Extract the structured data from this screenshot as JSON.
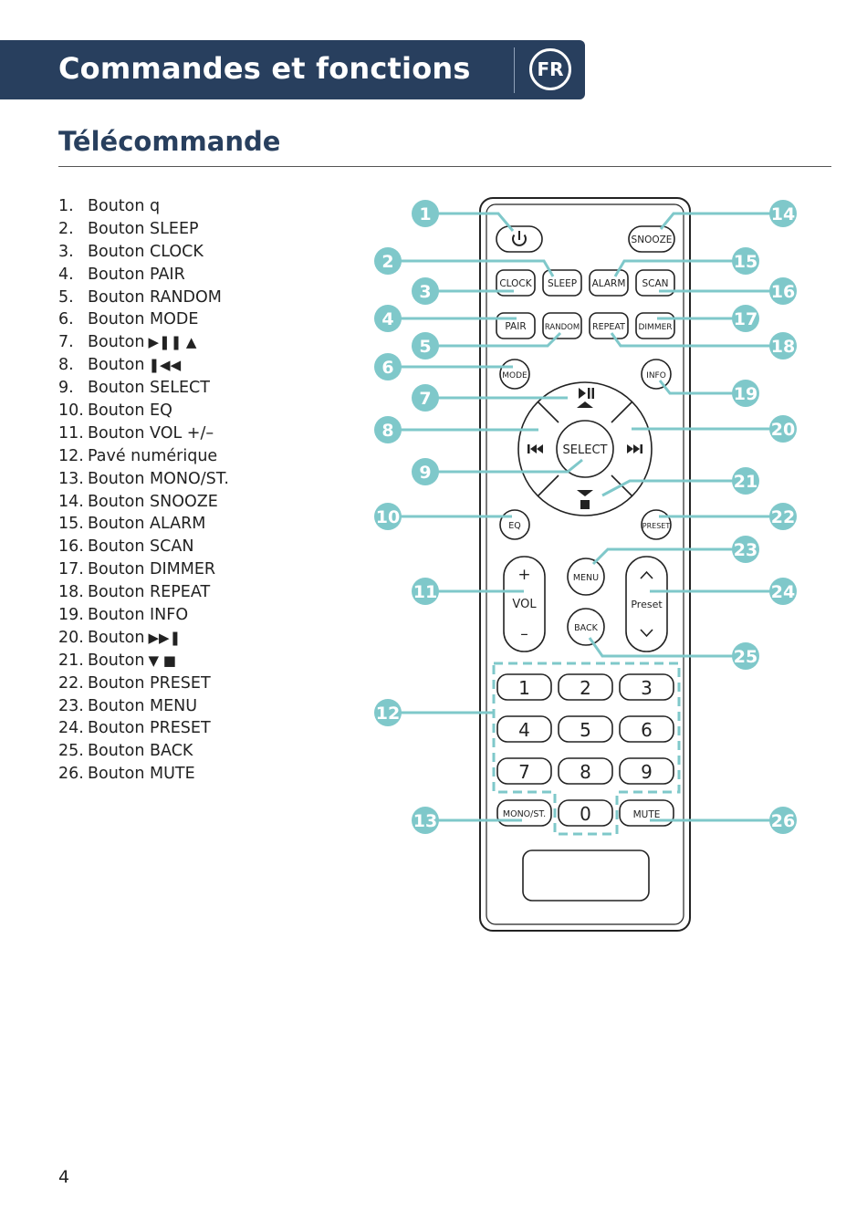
{
  "header": {
    "title": "Commandes et fonctions",
    "lang": "FR"
  },
  "section": {
    "title": "Télécommande"
  },
  "items": [
    {
      "n": "1.",
      "label": "Bouton q",
      "icon": ""
    },
    {
      "n": "2.",
      "label": "Bouton SLEEP",
      "icon": ""
    },
    {
      "n": "3.",
      "label": "Bouton CLOCK",
      "icon": ""
    },
    {
      "n": "4.",
      "label": "Bouton PAIR",
      "icon": ""
    },
    {
      "n": "5.",
      "label": "Bouton RANDOM",
      "icon": ""
    },
    {
      "n": "6.",
      "label": "Bouton MODE",
      "icon": ""
    },
    {
      "n": "7.",
      "label": "Bouton",
      "icon": "▶❚❚ ▲"
    },
    {
      "n": "8.",
      "label": "Bouton",
      "icon": "❚◀◀"
    },
    {
      "n": "9.",
      "label": "Bouton SELECT",
      "icon": ""
    },
    {
      "n": "10.",
      "label": "Bouton EQ",
      "icon": ""
    },
    {
      "n": "11.",
      "label": "Bouton VOL +/–",
      "icon": ""
    },
    {
      "n": "12.",
      "label": "Pavé numérique",
      "icon": ""
    },
    {
      "n": "13.",
      "label": "Bouton MONO/ST.",
      "icon": ""
    },
    {
      "n": "14.",
      "label": "Bouton SNOOZE",
      "icon": ""
    },
    {
      "n": "15.",
      "label": "Bouton ALARM",
      "icon": ""
    },
    {
      "n": "16.",
      "label": "Bouton SCAN",
      "icon": ""
    },
    {
      "n": "17.",
      "label": "Bouton DIMMER",
      "icon": ""
    },
    {
      "n": "18.",
      "label": "Bouton REPEAT",
      "icon": ""
    },
    {
      "n": "19.",
      "label": "Bouton INFO",
      "icon": ""
    },
    {
      "n": "20.",
      "label": "Bouton",
      "icon": "▶▶❚"
    },
    {
      "n": "21.",
      "label": "Bouton",
      "icon": "▼ ■"
    },
    {
      "n": "22.",
      "label": "Bouton PRESET",
      "icon": ""
    },
    {
      "n": "23.",
      "label": "Bouton MENU",
      "icon": ""
    },
    {
      "n": "24.",
      "label": "Bouton PRESET",
      "icon": ""
    },
    {
      "n": "25.",
      "label": "Bouton BACK",
      "icon": ""
    },
    {
      "n": "26.",
      "label": "Bouton MUTE",
      "icon": ""
    }
  ],
  "remote": {
    "snooze": "SNOOZE",
    "clock": "CLOCK",
    "sleep": "SLEEP",
    "alarm": "ALARM",
    "scan": "SCAN",
    "pair": "PAIR",
    "random": "RANDOM",
    "repeat": "REPEAT",
    "dimmer": "DIMMER",
    "mode": "MODE",
    "info": "INFO",
    "select": "SELECT",
    "eq": "EQ",
    "preset": "PRESET",
    "menu": "MENU",
    "back": "BACK",
    "vol": "VOL",
    "plus": "+",
    "minus": "–",
    "preset_rocker": "Preset",
    "mono": "MONO/ST.",
    "mute": "MUTE",
    "digits": [
      "1",
      "2",
      "3",
      "4",
      "5",
      "6",
      "7",
      "8",
      "9",
      "0"
    ]
  },
  "callouts": [
    "1",
    "2",
    "3",
    "4",
    "5",
    "6",
    "7",
    "8",
    "9",
    "10",
    "11",
    "12",
    "13",
    "14",
    "15",
    "16",
    "17",
    "18",
    "19",
    "20",
    "21",
    "22",
    "23",
    "24",
    "25",
    "26"
  ],
  "accent_color": "#7fc8ca",
  "header_color": "#283f5e",
  "page_number": "4"
}
